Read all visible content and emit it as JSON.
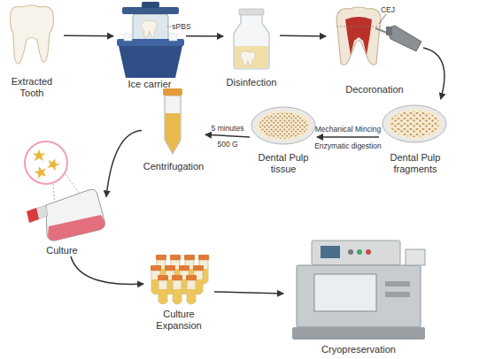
{
  "diagram": {
    "nodes": [
      {
        "text": [
          "Extracted Tooth"
        ]
      },
      {
        "text": [
          "Ice carrier"
        ]
      },
      {
        "text": [
          "Disinfection"
        ]
      },
      {
        "text": [
          "Decoronation"
        ]
      },
      {
        "text": [
          "Dental Pulp fragments"
        ]
      },
      {
        "text": [
          "Dental Pulp tissue"
        ]
      },
      {
        "text": [
          "Centrifugation"
        ]
      },
      {
        "text": [
          "Culture"
        ]
      },
      {
        "text": [
          "Culture Expansion"
        ]
      },
      {
        "text": [
          "Cryopreservation"
        ]
      }
    ],
    "edges": [
      {
        "from": 0,
        "to": 1,
        "arrow": "to"
      },
      {
        "from": 1,
        "to": 2,
        "arrow": "to"
      },
      {
        "from": 2,
        "to": 3,
        "arrow": "to"
      },
      {
        "from": 3,
        "to": 4,
        "arrow": "to"
      },
      {
        "from": 4,
        "to": 5,
        "label": "Mechanical Mincing",
        "arrow": "to"
      },
      {
        "from": 5,
        "to": 6,
        "label": "5 minutes",
        "arrow": "to"
      },
      {
        "from": 6,
        "to": 7,
        "arrow": "to"
      },
      {
        "from": 7,
        "to": 8,
        "arrow": "to"
      },
      {
        "from": 8,
        "to": 9,
        "arrow": "to"
      }
    ],
    "labels": [
      "sPBS",
      "CEJ",
      "Enzymatic digestion",
      "500 G"
    ]
  }
}
